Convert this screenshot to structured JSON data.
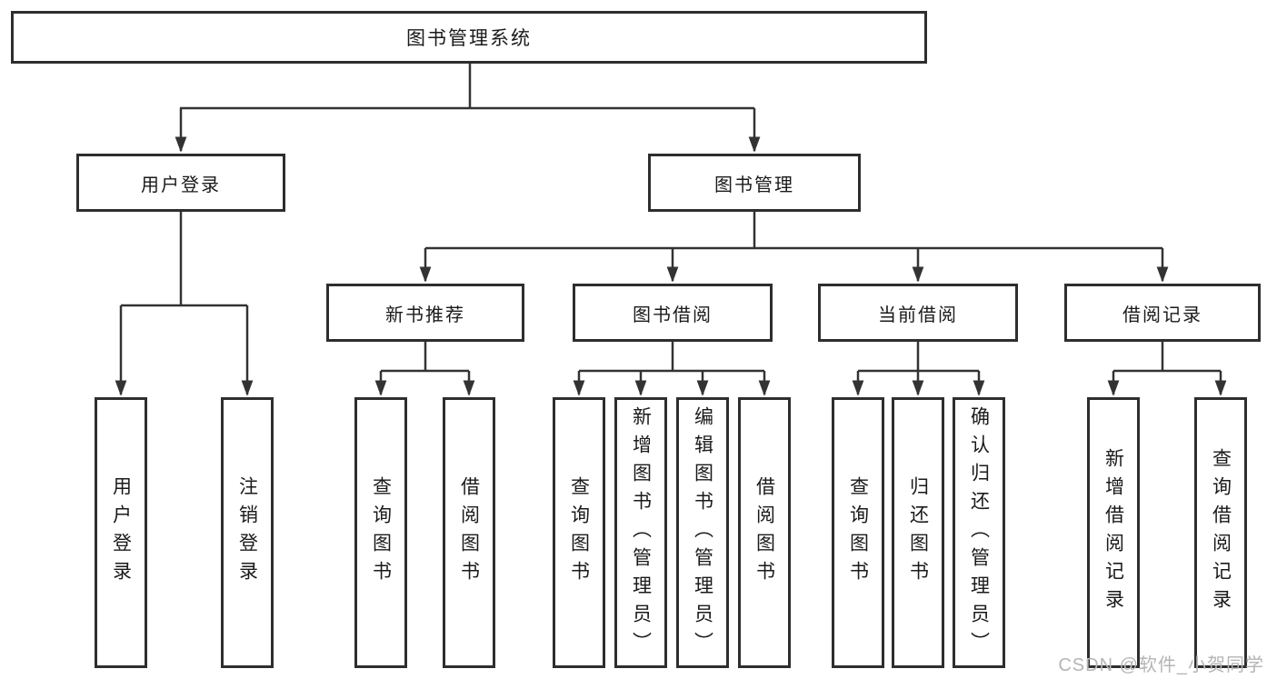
{
  "root": {
    "label": "图书管理系统"
  },
  "level2": [
    {
      "label": "用户登录"
    },
    {
      "label": "图书管理"
    }
  ],
  "level3": [
    {
      "label": "新书推荐"
    },
    {
      "label": "图书借阅"
    },
    {
      "label": "当前借阅"
    },
    {
      "label": "借阅记录"
    }
  ],
  "leaves": {
    "user_login": [
      "用户登录",
      "注销登录"
    ],
    "new_books": [
      "查询图书",
      "借阅图书"
    ],
    "book_borrow": [
      "查询图书",
      "新增图书（管理员）",
      "编辑图书（管理员）",
      "借阅图书"
    ],
    "current_borrow": [
      "查询图书",
      "归还图书",
      "确认归还（管理员）"
    ],
    "borrow_records": [
      "新增借阅记录",
      "查询借阅记录"
    ]
  },
  "watermark": "CSDN @软件_小贺同学",
  "colors": {
    "line": "#333333",
    "border": "#2e2e2e",
    "text": "#1a1a1a",
    "watermark": "#b5b5b5",
    "background": "#ffffff"
  }
}
